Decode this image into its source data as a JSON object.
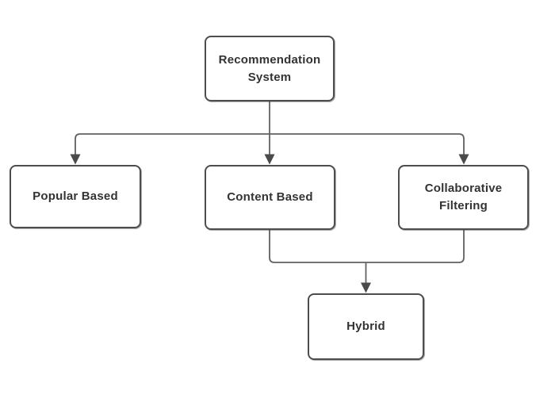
{
  "diagram": {
    "type": "flowchart",
    "background": "#ffffff",
    "colors": {
      "background": "#ffffff",
      "node_fill": "#ffffff",
      "node_border": "#4d4d4d",
      "text": "#333333",
      "connector": "#616161",
      "arrowhead": "#4a4a4a"
    },
    "nodes": {
      "root": {
        "label": "Recommendation System"
      },
      "popular": {
        "label": "Popular Based"
      },
      "content": {
        "label": "Content Based"
      },
      "collaborative": {
        "label": "Collaborative Filtering"
      },
      "hybrid": {
        "label": "Hybrid"
      }
    },
    "edges": [
      {
        "from": "Recommendation System",
        "to": "Popular Based"
      },
      {
        "from": "Recommendation System",
        "to": "Content Based"
      },
      {
        "from": "Recommendation System",
        "to": "Collaborative Filtering"
      },
      {
        "from": "Content Based",
        "to": "Hybrid"
      },
      {
        "from": "Collaborative Filtering",
        "to": "Hybrid"
      }
    ]
  }
}
